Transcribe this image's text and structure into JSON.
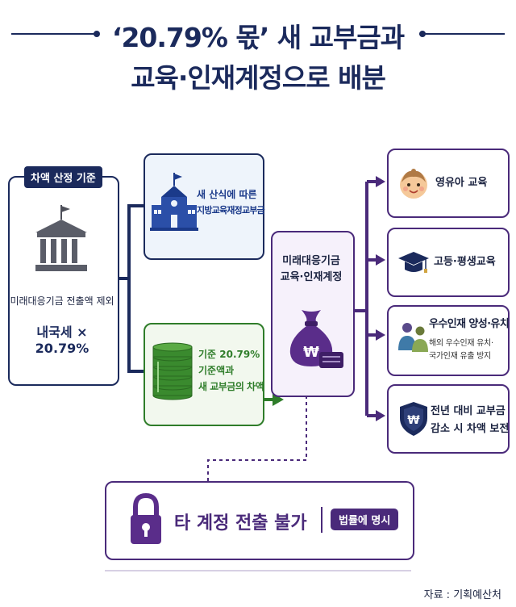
{
  "header": {
    "title_line1": "‘20.79% 몫’ 새 교부금과",
    "title_line2": "교육·인재계정으로 배분"
  },
  "left": {
    "tag": "차액 산정 기준",
    "note": "미래대응기금 전출액 제외",
    "formula": "내국세 × 20.79%"
  },
  "middle_top": {
    "line1": "새 산식에 따른",
    "line2": "지방교육재정교부금"
  },
  "middle_bottom": {
    "line1": "기준 20.79%",
    "line2": "기준액과",
    "line3": "새 교부금의 차액"
  },
  "fund": {
    "line1": "미래대응기금",
    "line2": "교육·인재계정",
    "symbol": "₩"
  },
  "outputs": [
    {
      "label_lines": [
        "영유아 교육"
      ],
      "icon": "baby-icon"
    },
    {
      "label_lines": [
        "고등·평생교육"
      ],
      "icon": "graduation-cap-icon"
    },
    {
      "label_lines": [
        "우수인재 양성·유치"
      ],
      "sub_lines": [
        "해외 우수인재 유치·",
        "국가인재 유출 방지"
      ],
      "icon": "people-icon"
    },
    {
      "label_lines": [
        "전년 대비 교부금",
        "감소 시 차액 보전"
      ],
      "icon": "shield-won-icon"
    }
  ],
  "bottom": {
    "main": "타 계정 전출 불가",
    "badge": "법률에 명시"
  },
  "source": "자료 : 기획예산처",
  "colors": {
    "navy": "#1b2a5c",
    "purple": "#4a2a7a",
    "green": "#2f7d2a",
    "light_blue_bg": "#eef4fb",
    "light_green_bg": "#f2f8ee",
    "light_purple_bg": "#f6f1fb"
  }
}
